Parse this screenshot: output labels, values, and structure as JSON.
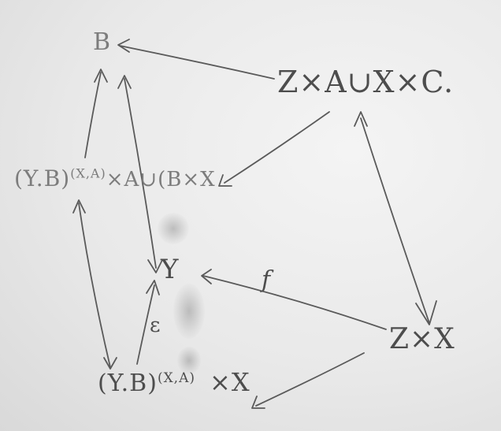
{
  "diagram": {
    "nodes": {
      "b": "B",
      "zaxc": "Z×A∪X×C.",
      "left": "(Y.B)",
      "left_exp": "(X,A)",
      "left_tail": "×A∪(B×X",
      "y": "Y",
      "zx": "Z×X",
      "bottom": "(Y.B)",
      "bottom_exp": "(X,A)",
      "bottom_tail": "×X"
    },
    "edge_labels": {
      "f": "f",
      "epsilon": "ε"
    }
  }
}
